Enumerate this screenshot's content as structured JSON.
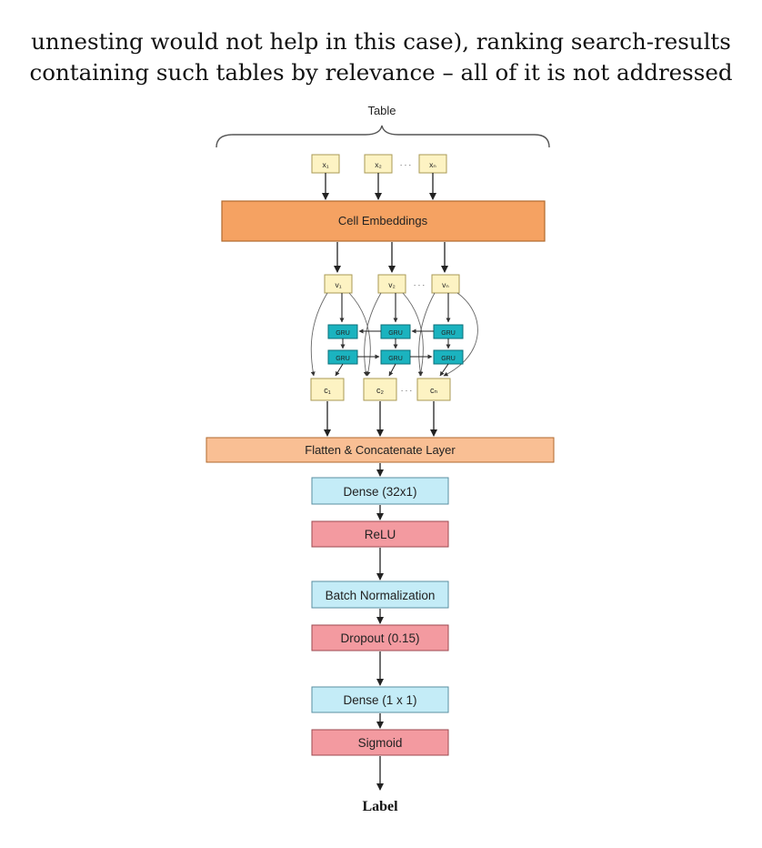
{
  "paragraph": {
    "line1": "unnesting would not help in this case), ranking search-results",
    "line2": "containing such tables by relevance – all of it is not addressed"
  },
  "figure": {
    "table_label": "Table",
    "inputs": [
      "x₁",
      "x₂",
      "xₙ"
    ],
    "cell_embeddings": "Cell Embeddings",
    "vectors": [
      "v₁",
      "v₂",
      "vₙ"
    ],
    "gru_label": "GRU",
    "outputs": [
      "c₁",
      "c₂",
      "cₙ"
    ],
    "ellipsis": "· · ·",
    "flatten": "Flatten & Concatenate Layer",
    "layers": [
      {
        "label": "Dense (32x1)",
        "kind": "dense"
      },
      {
        "label": "ReLU",
        "kind": "activation"
      },
      {
        "label": "Batch Normalization",
        "kind": "dense"
      },
      {
        "label": "Dropout (0.15)",
        "kind": "activation"
      },
      {
        "label": "Dense (1 x 1)",
        "kind": "dense"
      },
      {
        "label": "Sigmoid",
        "kind": "activation"
      }
    ],
    "output_label": "Label"
  },
  "colors": {
    "embed_fill": "#f5a262",
    "embed_stroke": "#b06a2e",
    "flatten_fill": "#f9bf94",
    "cell_fill": "#fdf3c3",
    "cell_stroke": "#a99a55",
    "gru_fill": "#1bb3bf",
    "gru_stroke": "#0b6f78",
    "dense_fill": "#c4ecf7",
    "dense_stroke": "#5a8fa2",
    "activation_fill": "#f39aa0",
    "activation_stroke": "#9c4a50",
    "arrow": "#222222"
  }
}
